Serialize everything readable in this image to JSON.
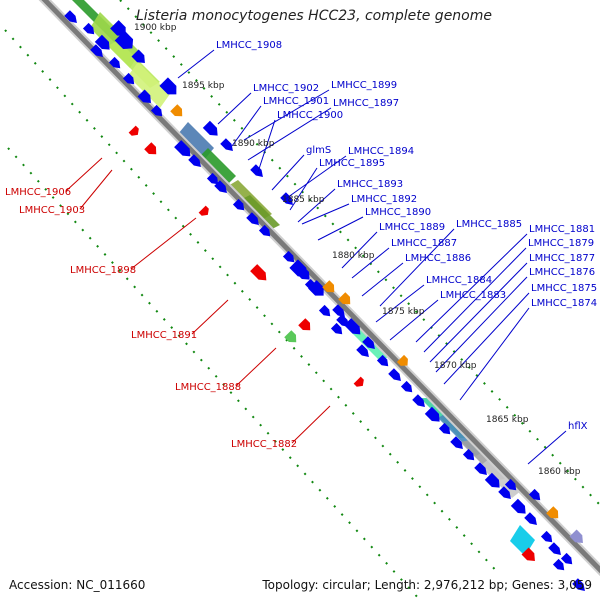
{
  "title": "Listeria monocytogenes HCC23, complete genome",
  "accession_text": "Accession: NC_011660",
  "topology_text": "Topology: circular; Length: 2,976,212 bp; Genes: 3,059",
  "colors": {
    "backbone": "#7a7a7a",
    "plus_strand_cds": "#0000ee",
    "minus_strand_cds": "#ee0000",
    "label_plus": "#0000cc",
    "label_minus": "#cc0000",
    "tick_dots": "#118811",
    "kbp_tick": "#222222"
  },
  "kbp_ticks": [
    "1900 kbp",
    "1895 kbp",
    "1890 kbp",
    "1885 kbp",
    "1880 kbp",
    "1875 kbp",
    "1870 kbp",
    "1865 kbp",
    "1860 kbp"
  ],
  "plus_labels": [
    "LMHCC_1908",
    "LMHCC_1902",
    "LMHCC_1899",
    "LMHCC_1901",
    "LMHCC_1897",
    "LMHCC_1900",
    "glmS",
    "LMHCC_1894",
    "LMHCC_1895",
    "LMHCC_1893",
    "LMHCC_1892",
    "LMHCC_1890",
    "LMHCC_1885",
    "LMHCC_1881",
    "LMHCC_1889",
    "LMHCC_1879",
    "LMHCC_1887",
    "LMHCC_1886",
    "LMHCC_1877",
    "LMHCC_1876",
    "LMHCC_1884",
    "LMHCC_1875",
    "LMHCC_1883",
    "LMHCC_1874",
    "hflX"
  ],
  "minus_labels": [
    "LMHCC_1906",
    "LMHCC_1903",
    "LMHCC_1898",
    "LMHCC_1891",
    "LMHCC_1888",
    "LMHCC_1882"
  ]
}
